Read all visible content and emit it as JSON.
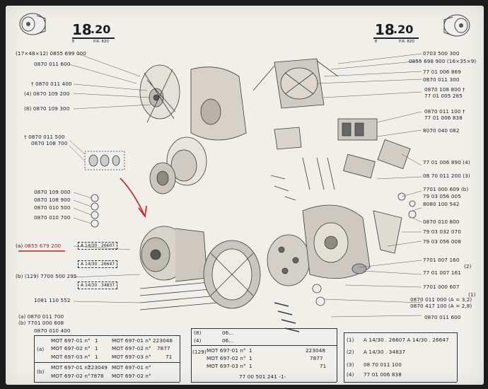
{
  "header_left": {
    "number": "18",
    "sub": ".20",
    "prefix": "E",
    "ref": "P.R. 820"
  },
  "header_right": {
    "number": "18",
    "sub": ".20",
    "prefix": "E",
    "ref": "P.R. 820"
  },
  "left_labels": [
    "(17×48×12)  0855 699 000",
    "0870 011 600",
    "† 0870 011 400",
    "(4)  0870 109 200",
    "(8)  0870 109 300",
    "† 0870 011 500",
    "0870 108 700",
    "0870 109 000",
    "0870 108 900",
    "0870 010 500",
    "0870 010 700"
  ],
  "red_part": {
    "prefix": "(a)",
    "number": "0855 679 200"
  },
  "left_labels_lower": [
    "(b)  (129) 7700 500 295",
    "1081 110 552",
    "(a)  0870 011 700",
    "(b)  7701 000 608",
    "0870 010 400"
  ],
  "boxes_left": [
    "A 14/30 . 26607",
    "A 14/30 . 26647",
    "A 14/30 . 34837"
  ],
  "right_labels": [
    "0703 500 300",
    "0855 698 900 (16×35×9)",
    "77 01 006 869",
    "0870 011 300",
    "0870 108 800 †",
    "77 01 005 285",
    "0870 011 100 †",
    "77 01 006 838",
    "8070 040 082",
    "77 01 006 890 (4)",
    "08 70 011 200 (3)",
    "7701 000 609 (b)",
    "79 03 056 005",
    "8080 100 542",
    "0870 010 800",
    "79 03 032 070",
    "79 03 056 008",
    "7701 007 160",
    "77 01 007 161",
    "7701 000 607",
    "0870 011 000 (A = 3,2)",
    "0870 417 100 (A = 2,8)",
    "0870 011 600"
  ],
  "right_group_tags": [
    "(2)",
    "(1)"
  ],
  "table_left": {
    "rows": [
      {
        "tag": "",
        "pre": "MOT 697-01 n°",
        "q": "1",
        "post": "MOT 697-01 n°",
        "num": "223048"
      },
      {
        "tag": "(a)",
        "pre": "MOT 697-02 n°",
        "q": "1",
        "post": "MOT 697-02 n°",
        "num": "7877"
      },
      {
        "tag": "",
        "pre": "MOT 697-03 n°",
        "q": "1",
        "post": "MOT 697-03 n°",
        "num": "71"
      },
      {
        "tag": "",
        "pre": "MOT 697-01 n°",
        "q": "223049",
        "post": "MOT 697-01 n°",
        "num": ""
      },
      {
        "tag": "(b)",
        "pre": "MOT 697-02 n°",
        "q": "7878",
        "post": "MOT 697-02 n°",
        "num": ""
      }
    ]
  },
  "table_mid": {
    "top": [
      {
        "tag": "(8)",
        "text": "06..."
      },
      {
        "tag": "(4)",
        "text": "06..."
      }
    ],
    "rows": [
      {
        "tag": "(129)",
        "pre": "MOT 697-01 n°",
        "q": "1",
        "num": "223048"
      },
      {
        "tag": "",
        "pre": "MOT 697-02 n°",
        "q": "1",
        "num": "7877"
      },
      {
        "tag": "",
        "pre": "MOT 697-03 n°",
        "q": "1",
        "num": "71"
      }
    ],
    "footer": "77 00 501 241 -1-"
  },
  "table_right": [
    {
      "tag": "(1)",
      "text": "A 14/30 . 26607   A 14/30 . 26647"
    },
    {
      "tag": "(2)",
      "text": "A 14/30 . 34837"
    },
    {
      "tag": "(3)",
      "text": "08 70 011 100"
    },
    {
      "tag": "(4)",
      "text": "77 01 006 838"
    }
  ]
}
